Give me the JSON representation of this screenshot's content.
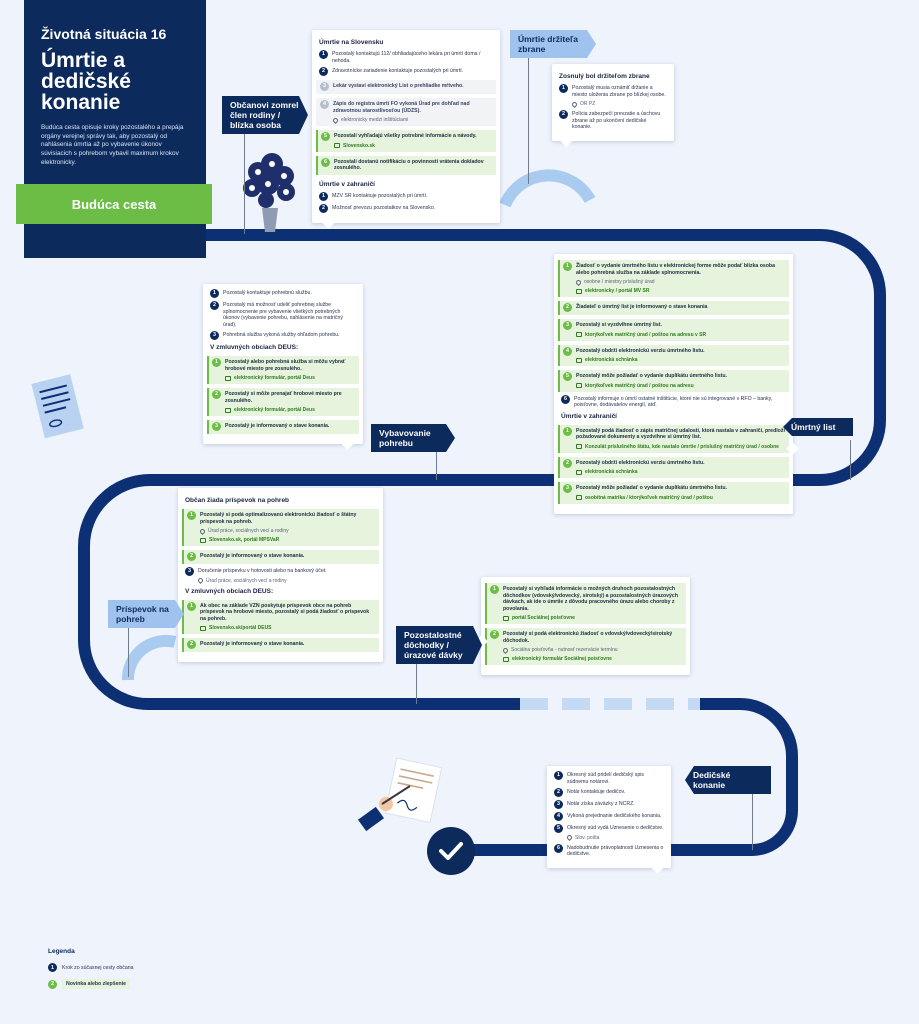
{
  "hero": {
    "subtitle": "Životná situácia 16",
    "title": "Úmrtie a dedičské konanie",
    "description": "Budúca cesta opisuje kroky pozostalého a prepája orgány verejnej správy tak, aby pozostalý od nahlásenia úmrtia až po vybavenie úkonov súvisiacich s pohrebom vybavil maximum krokov elektronicky.",
    "future_label": "Budúca cesta"
  },
  "flags": {
    "citizen_died": "Občanovi zomrel člen rodiny / blízka osoba",
    "gun_holder": "Úmrtie držiteľa zbrane",
    "funeral": "Vybavovanie pohrebu",
    "death_cert": "Úmrtný list",
    "allowance": "Príspevok na pohreb",
    "pensions": "Pozostalostné dôchodky / úrazové dávky",
    "inheritance": "Dedičské konanie"
  },
  "card_slovakia": {
    "heading1": "Úmrtie na Slovensku",
    "steps": [
      {
        "n": "1",
        "text": "Pozostalý kontaktujú 112/ obhliadajúceho lekára pri úmrtí doma / nehoda.",
        "kind": "plain"
      },
      {
        "n": "2",
        "text": "Zdravotnícke zariadenie kontaktuje pozostalých pri úmrtí.",
        "kind": "plain"
      },
      {
        "n": "3",
        "text": "Lekár vystaví elektronický List o prehliadke mŕtveho.",
        "kind": "grey"
      },
      {
        "n": "4",
        "text": "Zápis do registra úmrtí FO vykoná Úrad pre dohľad nad zdravotnou starostlivosťou (ÚDZS).",
        "kind": "grey",
        "chan": "elektronicky medzi inštitúciami",
        "chan_green": false
      },
      {
        "n": "5",
        "text": "Pozostalí vyhľadajú všetky potrebné informácie a návody.",
        "kind": "new",
        "chan": "Slovensko.sk",
        "chan_green": true
      },
      {
        "n": "6",
        "text": "Pozostalí dostanú notifikáciu o povinnosti vrátenia dokladov zosnulého.",
        "kind": "new"
      }
    ],
    "heading2": "Úmrtie v zahraničí",
    "steps2": [
      {
        "n": "1",
        "text": "MZV SR kontaktuje pozostalých pri úmrtí.",
        "kind": "plain"
      },
      {
        "n": "2",
        "text": "Možnosť prevozu pozostatkov na Slovensko.",
        "kind": "plain"
      }
    ]
  },
  "card_gun": {
    "heading": "Zosnulý bol držiteľom zbrane",
    "steps": [
      {
        "n": "1",
        "text": "Pozostalý musia oznámiť držanie a miesto uloženia zbrane po blízkej osobe.",
        "kind": "plain",
        "chan": "OR PZ",
        "chan_green": false
      },
      {
        "n": "2",
        "text": "Polícia zabezpečí prevzatie a úschovu zbrane až po ukončení dedičské konanie.",
        "kind": "plain"
      }
    ]
  },
  "card_death_cert": {
    "steps": [
      {
        "n": "1",
        "text": "Žiadosť o vydanie úmrtného listu v elektronickej forme môže podať blízka osoba alebo pohrebná služba na základe splnomocnenia.",
        "kind": "new",
        "chan": "osobne / miestny príslušný úrad",
        "chan_green": false,
        "chan2": "elektronicky / portál MV SR"
      },
      {
        "n": "2",
        "text": "Žiadateľ o úmrtný list je informovaný o stave konania",
        "kind": "new"
      },
      {
        "n": "3",
        "text": "Pozostalý si vyzdvihne úmrtný list.",
        "kind": "new",
        "chan": "ktorýkoľvek matričný úrad / poštou na adresu v SR",
        "chan_green": true
      },
      {
        "n": "4",
        "text": "Pozostalý obdrží elektronickú verziu úmrtného listu.",
        "kind": "new",
        "chan": "elektronická schránka",
        "chan_green": true
      },
      {
        "n": "5",
        "text": "Pozostalý môže požiadať o vydanie duplikátu úmrtného listu.",
        "kind": "new",
        "chan": "ktorýkoľvek matričný úrad / poštou na adresu",
        "chan_green": true
      },
      {
        "n": "6",
        "text": "Pozostalý informuje o úmrtí ostatné inštitúcie, ktoré nie sú integrované v RFO – banky, poisťovne, dodávatelov energií, atď.",
        "kind": "plain"
      }
    ],
    "heading2": "Úmrtie v zahraničí",
    "steps2": [
      {
        "n": "1",
        "text": "Pozostalý podá žiadosť o zápis matričnej udalosti, ktorá nastala v zahraničí, predloží požadované dokumenty a vyzdvihne si úmrtný list.",
        "kind": "new",
        "chan": "Konzulát príslušného štátu, kde nastalo úmrtie / príslušný matričný úrad / osobne",
        "chan_green": true
      },
      {
        "n": "2",
        "text": "Pozostalý obdrží elektronickú verziu úmrtného listu.",
        "kind": "new",
        "chan": "elektronická schránka",
        "chan_green": true
      },
      {
        "n": "3",
        "text": "Pozostalý môže požiadať o vydanie duplikátu úmrtného listu.",
        "kind": "new",
        "chan": "osobitná matrika / ktorýkoľvek matričný úrad / poštou",
        "chan_green": true
      }
    ]
  },
  "card_funeral": {
    "steps": [
      {
        "n": "1",
        "text": "Pozostalý kontaktuje pohrebnú službu.",
        "kind": "plain"
      },
      {
        "n": "2",
        "text": "Pozostalý má možnosť udeliť pohrebnej službe splnomocnenie pre vybavenie všetkých potrebných úkonov (vybavenie pohrebu, nahlásenie na matričný úrad).",
        "kind": "plain"
      },
      {
        "n": "3",
        "text": "Pohrebná služba vykoná služby ohľadom pohrebu.",
        "kind": "plain"
      }
    ],
    "heading2": "V zmluvných obciach DEUS:",
    "steps2": [
      {
        "n": "1",
        "text": "Pozostalý alebo pohrebná služba si môžu vybrať hrobové miesto pre zosnulého.",
        "kind": "new",
        "chan": "elektronický formulár, portál Deus",
        "chan_green": true
      },
      {
        "n": "2",
        "text": "Pozostalý si môže prenajať hrobové miesto pre zosnulého.",
        "kind": "new",
        "chan": "elektronický formulár, portál Deus",
        "chan_green": true
      },
      {
        "n": "3",
        "text": "Pozostalý je informovaný o stave konania.",
        "kind": "new"
      }
    ]
  },
  "card_allowance": {
    "heading": "Občan žiada príspevok na pohreb",
    "steps": [
      {
        "n": "1",
        "text": "Pozostalý si podá optimalizovanú elektronickú žiadosť o štátny príspevok na pohreb.",
        "kind": "new",
        "chan": "Úrad práce, sociálnych vecí a rodiny",
        "chan_green": false,
        "chan2": "Slovensko.sk, portál MPSVaR"
      },
      {
        "n": "2",
        "text": "Pozostalý je informovaný o stave konania.",
        "kind": "new"
      },
      {
        "n": "3",
        "text": "Doručenie príspevku v hotovosti alebo na bankový účet.",
        "kind": "plain",
        "chan": "Úrad práce, sociálnych vecí a rodiny",
        "chan_green": false
      }
    ],
    "heading2": "V zmluvných obciach DEUS:",
    "steps2": [
      {
        "n": "1",
        "text": "Ak obec na základe VZN poskytuje príspevok obce na pohreb príspevok na hrobové miesto, pozostalý si podá žiadosť o príspevok na pohreb.",
        "kind": "new",
        "chan": "Slovensko.sk/portál DEUS",
        "chan_green": true
      },
      {
        "n": "2",
        "text": "Pozostalý je informovaný o stave konania.",
        "kind": "new"
      }
    ]
  },
  "card_pensions": {
    "steps": [
      {
        "n": "1",
        "text": "Pozostalý si vyhľadá informácie o možných druhoch pozostalostných dôchodkov (vdovský/vdovecký, sirotský) a pozostalostných úrazových dávkach, ak ide o úmrtie z dôvodu pracovného úrazu alebo choroby z povolania.",
        "kind": "new",
        "chan": "portál Sociálnej poisťovne",
        "chan_green": true
      },
      {
        "n": "2",
        "text": "Pozostalý si podá elektronickú žiadosť o vdovský/vdovecký/sirotský dôchodok.",
        "kind": "new",
        "chan": "Sociálna poisťovňa - nutnosť rezervácie termínu",
        "chan_green": false,
        "chan2": "elektronický formulár Sociálnej poisťovne"
      }
    ]
  },
  "card_inheritance": {
    "steps": [
      {
        "n": "1",
        "text": "Okresný súd pridelí dedičský spis súdnemu notárovi.",
        "kind": "plain"
      },
      {
        "n": "2",
        "text": "Notár kontaktuje dedičov.",
        "kind": "plain"
      },
      {
        "n": "3",
        "text": "Notár získa záväzky z NCRZ.",
        "kind": "plain"
      },
      {
        "n": "4",
        "text": "Vykoná prejednanie dedičského konania.",
        "kind": "plain"
      },
      {
        "n": "5",
        "text": "Okresný súd vydá Uznesenie o dedičstve.",
        "kind": "plain",
        "chan": "Slov. pošta",
        "chan_green": false
      },
      {
        "n": "6",
        "text": "Nadobudnutie právoplatnosti Uznesenia o dedičstve.",
        "kind": "plain"
      }
    ]
  },
  "legend": {
    "title": "Legenda",
    "item1_num": "1",
    "item1": "Krok zo súčasnej cesty občana",
    "item2_num": "2",
    "item2": "Novinka alebo zlepšenie"
  },
  "icons": {
    "check": "checkmark-icon",
    "device": "device-icon",
    "location": "location-pin-icon"
  },
  "colors": {
    "navy": "#0d2a5c",
    "road": "#0d2f74",
    "road_light": "#9fc3ee",
    "green": "#6bbd45",
    "green_bg": "#e6f3dd",
    "background": "#eef3fc"
  }
}
